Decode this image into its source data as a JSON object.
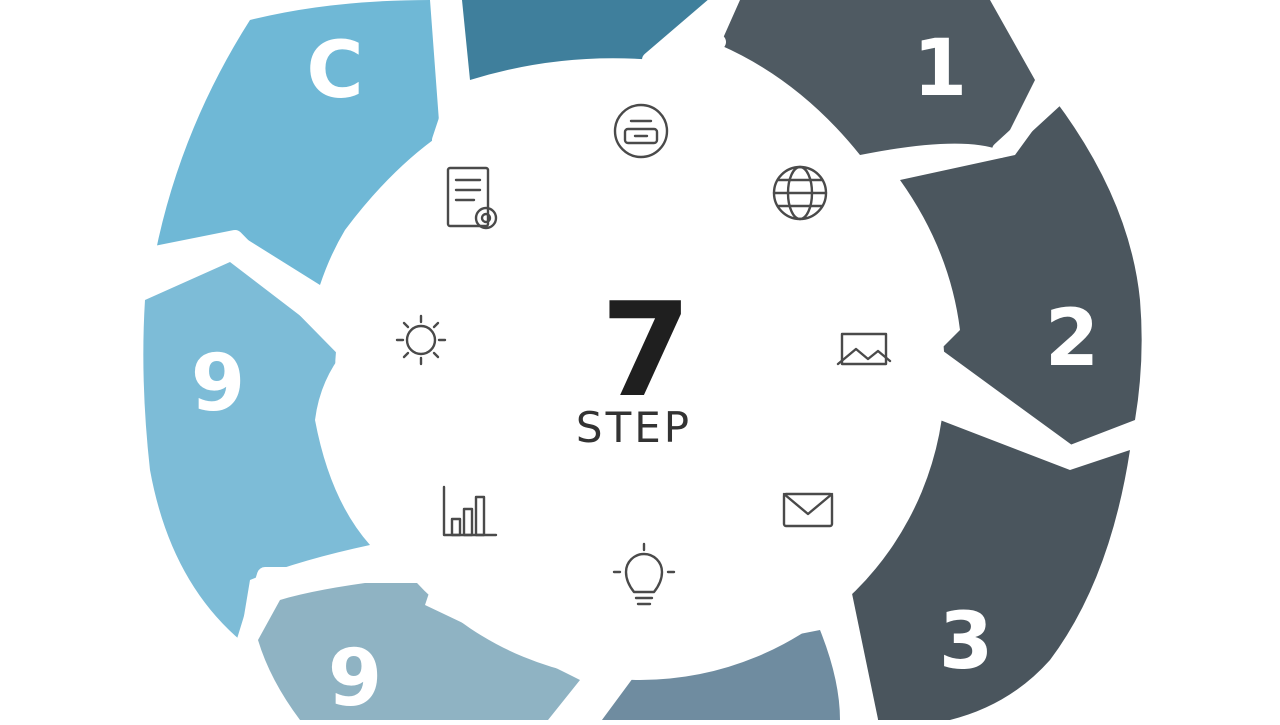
{
  "diagram": {
    "center": {
      "number": "7",
      "word": "STEP"
    },
    "segments": [
      {
        "label": "",
        "color": "#3f7f9c"
      },
      {
        "label": "1",
        "color": "#4f5a62"
      },
      {
        "label": "2",
        "color": "#4b565e"
      },
      {
        "label": "3",
        "color": "#4a555d"
      },
      {
        "label": "",
        "color": "#6f8ca0"
      },
      {
        "label": "9",
        "color": "#8fb3c3"
      },
      {
        "label": "9",
        "color": "#7dbcd7"
      },
      {
        "label": "C",
        "color": "#6fb8d6"
      }
    ],
    "icons": [
      "server-icon",
      "globe-icon",
      "picture-icon",
      "mail-icon",
      "lightbulb-icon",
      "bar-chart-icon",
      "gear-icon",
      "document-settings-icon"
    ]
  }
}
